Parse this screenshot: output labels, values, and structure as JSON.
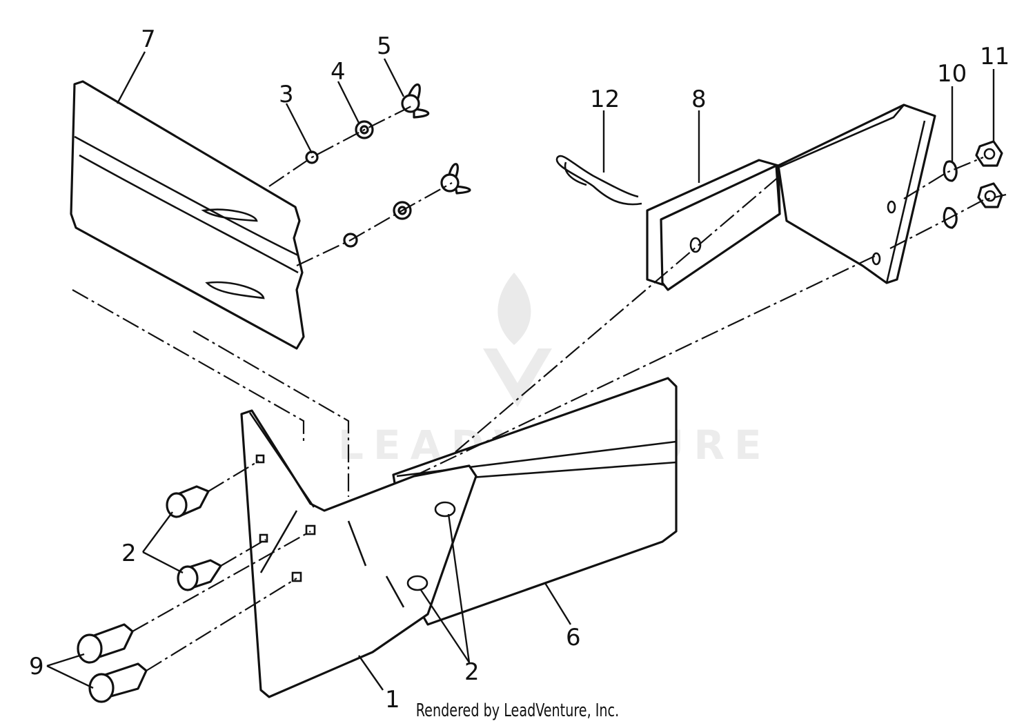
{
  "diagram": {
    "callouts": [
      "1",
      "2",
      "2",
      "3",
      "4",
      "5",
      "6",
      "7",
      "8",
      "9",
      "10",
      "11",
      "12"
    ],
    "watermark": "LEADVENTURE",
    "footer": "Rendered by LeadVenture, Inc."
  }
}
